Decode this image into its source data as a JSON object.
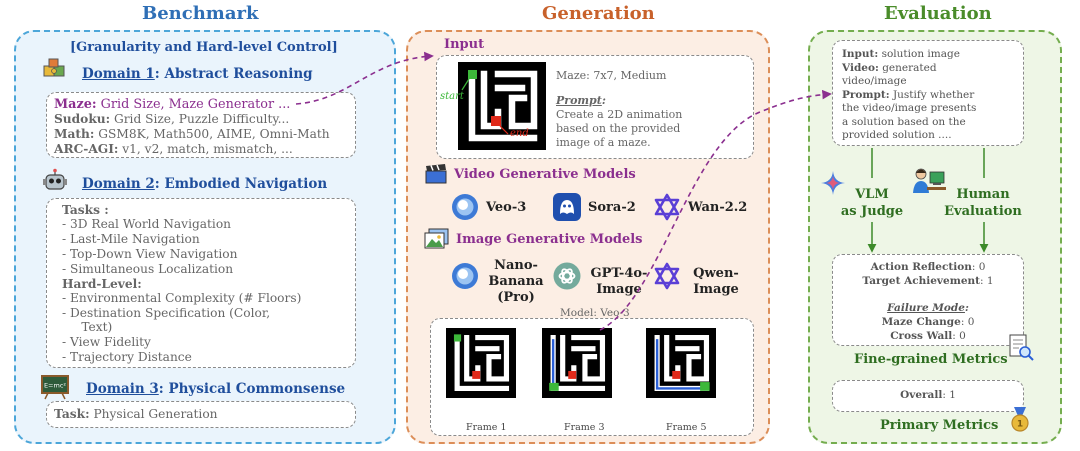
{
  "titles": {
    "benchmark": "Benchmark",
    "generation": "Generation",
    "evaluation": "Evaluation"
  },
  "benchmark": {
    "header": "[Granularity and Hard-level Control]",
    "domain1": {
      "prefix": "Domain 1",
      "suffix": ": Abstract Reasoning",
      "rows": [
        {
          "key": "Maze:",
          "value": " Grid Size, Maze Generator ..."
        },
        {
          "key": "Sudoku:",
          "value": " Grid Size, Puzzle Difficulty..."
        },
        {
          "key": "Math:",
          "value": " GSM8K, Math500, AIME, Omni-Math"
        },
        {
          "key": "ARC-AGI:",
          "value": " v1, v2, match, mismatch, ..."
        }
      ]
    },
    "domain2": {
      "prefix": "Domain 2",
      "suffix": ": Embodied Navigation",
      "tasks_label": "Tasks :",
      "tasks": [
        "-   3D Real World Navigation",
        "-   Last-Mile Navigation",
        "-   Top-Down View Navigation",
        "-   Simultaneous Localization"
      ],
      "hard_label": "Hard-Level:",
      "hard": [
        "-   Environmental Complexity (# Floors)",
        "-   Destination Specification (Color,",
        "     Text)",
        "-   View Fidelity",
        "-   Trajectory Distance"
      ]
    },
    "domain3": {
      "prefix": "Domain 3",
      "suffix": ": Physical Commonsense",
      "task_key": "Task:",
      "task_value": " Physical Generation",
      "board_text": "E=mc²"
    }
  },
  "generation": {
    "input_label": "Input",
    "maze_info": "Maze: 7x7, Medium",
    "prompt_label": "Prompt",
    "prompt_lines": [
      "Create a 2D animation",
      "based on the provided",
      "image of a maze."
    ],
    "start_label": "start",
    "end_label": "end",
    "video_title": "Video Generative Models",
    "video_models": [
      "Veo-3",
      "Sora-2",
      "Wan-2.2"
    ],
    "image_title": "Image Generative Models",
    "image_models": {
      "nano": [
        "Nano-",
        "Banana",
        "(Pro)"
      ],
      "gpt": [
        "GPT-4o-",
        "Image"
      ],
      "qwen": [
        "Qwen-",
        "Image"
      ]
    },
    "model_caption": "Model: Veo-3",
    "frames": [
      "Frame 1",
      "Frame 3",
      "Frame 5"
    ]
  },
  "evaluation": {
    "input_lines": [
      {
        "key": "Input:",
        "value": " solution image"
      },
      {
        "key": "Video:",
        "value": " generated"
      },
      {
        "key": "",
        "value": "video/image"
      },
      {
        "key": "Prompt:",
        "value": " Justify whether"
      },
      {
        "key": "",
        "value": "the video/image presents"
      },
      {
        "key": "",
        "value": "a solution based on the"
      },
      {
        "key": "",
        "value": "provided solution ...."
      }
    ],
    "vlm_label": [
      "VLM",
      "as Judge"
    ],
    "human_label": [
      "Human",
      "Evaluation"
    ],
    "fine_rows": [
      {
        "key": "Action Reflection",
        "value": ": 0"
      },
      {
        "key": "Target Achievement",
        "value": ": 1"
      }
    ],
    "failure_label": "Failure Mode",
    "failure_rows": [
      {
        "key": "Maze Change",
        "value": ": 0"
      },
      {
        "key": "Cross Wall",
        "value": ": 0"
      }
    ],
    "fine_title": "Fine-grained Metrics",
    "overall_key": "Overall",
    "overall_value": ": 1",
    "primary_title": "Primary Metrics",
    "medal_text": "1"
  },
  "colors": {
    "bench_title": "#2f6fb6",
    "gen_title": "#c8612b",
    "eval_title": "#4a8c2a",
    "accent_purple": "#8b2f8f",
    "domain_blue": "#1f4e9c",
    "maze_start": "#3db83a",
    "maze_end": "#e02a1a"
  }
}
